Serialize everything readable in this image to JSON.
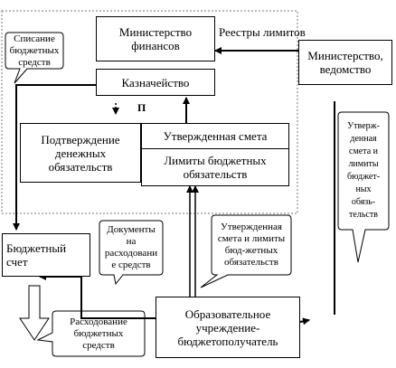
{
  "callouts": {
    "write_off": "Списание\nбюджетных\nсредств",
    "documents": "Документы\nна\nрасходовани\nе средств",
    "approved_estimate_and_limits": "Утвержденная\nсмета и лимиты\nбюд-жетных\nобязательств",
    "approved_estimate_vertical": "Утверж-\nденная\nсмета и\nлимиты\nбюджет-\nных\nобязь-\nтельств",
    "spending": "Расходование\nбюджетных\nсредств"
  },
  "boxes": {
    "ministry_finance": "Министерство\nфинансов",
    "treasury": "Казначейство",
    "ministry_agency": "Министерство,\nведомство",
    "confirmation": "Подтверждение\nденежных\nобязательств",
    "approved_estimate": "Утвержденная смета",
    "budget_limits": "Лимиты бюджетных\nобязательств",
    "budget_account": "Бюджетный\nсчет",
    "institution": "Образовательное\nучреждение-\nбюджетополучатель"
  },
  "labels": {
    "limits_registers": "Реестры лимитов",
    "p_mark": "П"
  }
}
